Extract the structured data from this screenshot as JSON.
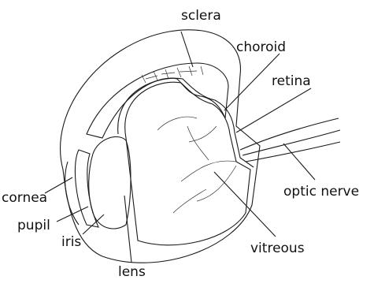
{
  "labels": {
    "sclera": "sclera",
    "choroid": "choroid",
    "retina": "retina",
    "optic_nerve": "optic nerve",
    "cornea": "cornea",
    "pupil": "pupil",
    "iris": "iris",
    "lens": "lens",
    "vitreous": "vitreous"
  },
  "colors": {
    "ink": "#1a1a1a",
    "vitreous_fill": "#d9d9d9",
    "choroid_fill": "#c9c9c9",
    "iris_fill": "#8a8a8a",
    "lens_fill": "#f4f4f4"
  }
}
